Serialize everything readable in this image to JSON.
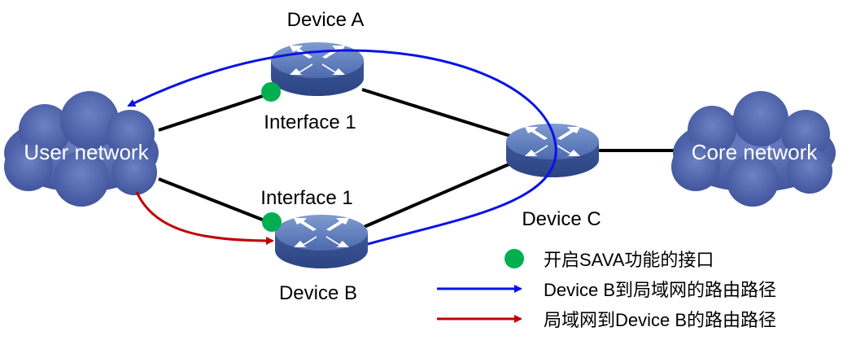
{
  "nodes": {
    "user_network": "User network",
    "core_network": "Core network",
    "device_a": "Device A",
    "device_b": "Device B",
    "device_c": "Device C",
    "interface_a": "Interface 1",
    "interface_b": "Interface 1"
  },
  "legend": {
    "sava_interface": "开启SAVA功能的接口",
    "blue_path": "Device B到局域网的路由路径",
    "red_path": "局域网到Device B的路由路径"
  },
  "colors": {
    "cloud": "#4a5ea8",
    "router": "#4a68a8",
    "link": "#000000",
    "blue_path": "#0a12e8",
    "red_path": "#c00000",
    "sava_dot": "#00b050"
  }
}
